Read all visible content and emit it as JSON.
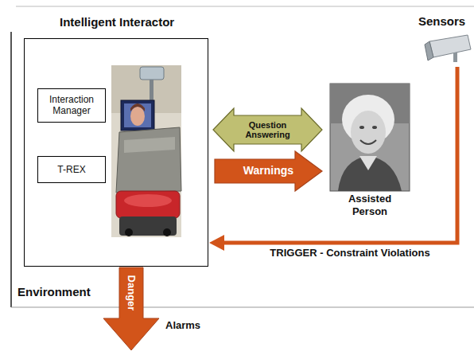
{
  "diagram": {
    "nodes": [
      {
        "text": [
          "Intelligent Interactor"
        ]
      },
      {
        "text": [
          "Interaction Manager"
        ],
        "in": 0
      },
      {
        "text": [
          "T-REX"
        ],
        "in": 0
      },
      {
        "text": [
          "Assisted Person"
        ]
      },
      {
        "text": [
          "Sensors"
        ]
      }
    ],
    "edges": [
      {
        "from": 0,
        "to": 3,
        "arrow": "both",
        "label": "Question Answering"
      },
      {
        "from": 0,
        "to": 3,
        "arrow": "to",
        "label": "Warnings"
      },
      {
        "from": 4,
        "to": 0,
        "arrow": "to",
        "label": "TRIGGER - Constraint Violations"
      }
    ],
    "labels": [
      "Environment",
      "Danger",
      "Alarms"
    ]
  }
}
